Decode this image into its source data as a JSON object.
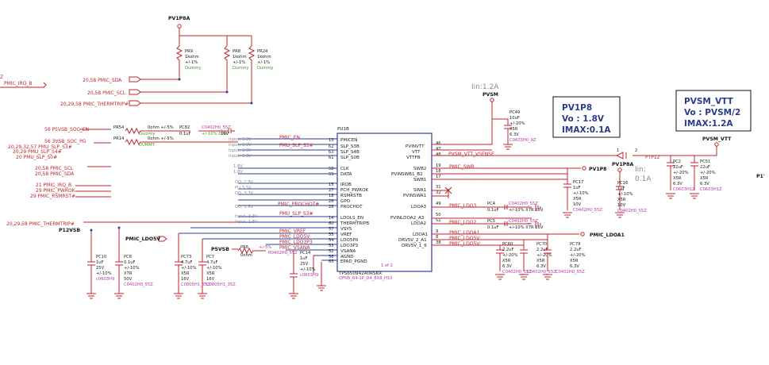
{
  "top": {
    "pv1p8a": "PV1P8A",
    "pr9": {
      "ref": "PR9",
      "val": "1kohm",
      "tol": "+/-1%",
      "note": "Dummy"
    },
    "pr8": {
      "ref": "PR8",
      "val": "1kohm",
      "tol": "+/-1%",
      "note": "Dummy"
    },
    "pr24": {
      "ref": "PR24",
      "val": "1kohm",
      "tol": "+/-1%",
      "note": "Dummy"
    },
    "sig_sda": "20,58  PMIC_SDA",
    "sig_scl": "20,58  PMIC_SCL",
    "sig_therm": "20,29,58  PMIC_THERMTRIP#",
    "z": "Z",
    "irq": "PMIC_IRQ_B"
  },
  "ic": {
    "ref": "PU1B",
    "part": "TPS650942A0RSKR",
    "pkg": "QFN5_64-1P_D4_8X8_H10",
    "note": "1 of 2",
    "left": [
      "PMICEN",
      "SLP_S3B",
      "SLP_S4B",
      "SLP_S0B",
      "CLK",
      "DATA",
      "IRQB",
      "PCH_PWROK",
      "RSMRSTB",
      "GPO",
      "PROCHOT",
      "LDOLS_EN",
      "THERMTRIPB",
      "VSYS",
      "VREF",
      "LDO5P0",
      "LDO3P3",
      "VSANA",
      "AGND",
      "EPAD_PGND"
    ],
    "lnum": [
      "13",
      "62",
      "63",
      "61",
      "58",
      "59",
      "15",
      "27",
      "18",
      "26",
      "28",
      "14",
      "60",
      "57",
      "55",
      "54",
      "53",
      "52",
      "56",
      "65"
    ],
    "right": [
      "PVINVTT",
      "VTT",
      "VTTFB",
      "SWB2",
      "PVINSWB1_B2",
      "SWB1",
      "SWA1",
      "PVINSWA1",
      "LDOA3",
      "PVINLDOA2_A3",
      "LDOA2",
      "LDOA1",
      "DRV5V_2_A1",
      "DRV5V_1_6"
    ],
    "rnum": [
      "46",
      "47",
      "48",
      "19",
      "18",
      "17",
      "31",
      "32",
      "49",
      "50",
      "51",
      "9",
      "8",
      "38"
    ]
  },
  "left": {
    "p5vsb": "56  P5VSB_SOC_EN",
    "soc_pg": "56  3VSB_SOC_PG",
    "slp_s3": "20,29,32,57  PMU_SLP_S3#",
    "slp_s4": "20,29  PMU_SLP_S4#",
    "slp_s0": "20  PMU_SLP_S0#",
    "scl": "20,58  PMIC_SCL",
    "sda": "20,58  PMIC_SDA",
    "irq": "21  PMIC_IRQ_B",
    "pwrok": "29  PMIC_PWROK",
    "rsmrst": "29  PMIC_RSMRST#",
    "therm": "20,29,58  PMIC_THERMTRIP#",
    "p12vsb": "P12VSB"
  },
  "mid": {
    "pr54": "PR54",
    "pr54_val": "0ohm  +/-5%",
    "pr54_note": "Dummy",
    "pr14": "PR14",
    "pr14_val": "0ohm  +/-5%",
    "pr14_note": "DUMMY",
    "pc82": "PC82",
    "pc82_val": "0.1uF",
    "pc82_pkg": "C0402H0_55Z",
    "pc82_note": "+/-10% X7R",
    "pc82_spec": "16V"
  },
  "anno": {
    "pmic_en": "PMIC_EN",
    "pmu_slp": "PMU_SLP_S3#",
    "in33_1": "Input, 3.3V",
    "in33_2": "Input, 3.3V",
    "in33_3": "Input, 3.3V",
    "in33_4": "Input, 3.3V",
    "v18_1": "1.8V",
    "v18_2": "1.8V",
    "od18": "OD, 1.8V",
    "pu33": "PU 3.3V",
    "od33": "OD, 3.3V",
    "od18b": "OD, 1.8V",
    "prochot": "PMIC_PROCHOT#",
    "in33_5": "Input, 3.3V",
    "in18": "Input, 1.8V",
    "pmu_slp2": "PMU_SLP_S3#",
    "vref": "PMIC_VREF",
    "ldo5v": "PMIC_LDO5V",
    "ldo3p3": "PMIC_LDO3P3",
    "vsana": "PMIC_VSANA",
    "r0402": "R0402H0_55Z"
  },
  "bottom": {
    "ldo5v": "PMIC_LDO5V",
    "p5vsb": "P5VSB",
    "pr6": "PR6",
    "pr6_val": "0ohm",
    "pr6_tol": "+/-5%",
    "pc10": {
      "ref": "PC10",
      "val": "1uF",
      "v": "25V",
      "tol": "+/-10%",
      "pkg": "c0603H9"
    },
    "pc6": {
      "ref": "PC6",
      "val": "0.1uF",
      "tol": "+/-10%",
      "d": "X7R",
      "v": "50V",
      "pkg": "C0402H0_55Z"
    },
    "pc73": {
      "ref": "PC73",
      "val": "4.7uF",
      "tol": "+/-10%",
      "d": "X5R",
      "v": "16V",
      "pkg": "C0805H1_35Z"
    },
    "pc7": {
      "ref": "PC7",
      "val": "4.7uF",
      "tol": "+/-10%",
      "d": "X5R",
      "v": "16V",
      "pkg": "C0805H1_35Z"
    },
    "pc14": {
      "ref": "PC14",
      "val": "1uF",
      "v": "25V",
      "tol": "+/-10%",
      "pkg": "c0603H9"
    }
  },
  "right": {
    "iin12": "Iin:1.2A",
    "pvsm": "PVSM",
    "pc49": {
      "ref": "PC49",
      "val": "10uF",
      "tol": "+/-20%",
      "d": "X5R",
      "v": "6.3V",
      "pkg": "C0603H0_9Z"
    },
    "box1": {
      "l1": "PV1P8",
      "l2": "Vo : 1.8V",
      "l3": "IMAX:0.1A"
    },
    "box2": {
      "l1": "PVSM_VTT",
      "l2": "Vo : PVSM/2",
      "l3": "IMAX:1.2A"
    },
    "pvsm_vtt": "PVSM_VTT",
    "vsense": "PVSM_VTT_VSENSE",
    "d_pin1": "1",
    "d_pin2": "2",
    "ptp12": "PTP12",
    "pc2": {
      "ref": "PC2",
      "val": "22uF",
      "tol": "+/-20%",
      "d": "X5R",
      "v": "6.3V",
      "pkg": "C0603H1Z"
    },
    "pc51": {
      "ref": "PC51",
      "val": "22uF",
      "tol": "+/-20%",
      "d": "X5R",
      "v": "6.3V",
      "pkg": "C0603H1Z"
    },
    "p1": "P1'",
    "pv1p8": "PV1P8",
    "pmic_swb": "PMIC_SWB",
    "pc17": {
      "ref": "PC17",
      "val": "1uF",
      "tol": "+/-10%",
      "d": "X5R",
      "v": "10V",
      "pkg": "C0402H0_55Z"
    },
    "pv1p8a": "PV1P8A",
    "iin01a": "Iin:",
    "iin01b": "0.1A",
    "pc16": {
      "ref": "PC16",
      "val": "1uF",
      "tol": "+/-10%",
      "d": "X5R",
      "v": "10V",
      "pkg": "C0402H0_55Z"
    },
    "pmic_ldo3": "PMIC_LDO3",
    "pmic_ldo2": "PMIC_LDO2",
    "pc4": {
      "ref": "PC4",
      "val": "0.1uF",
      "pkg": "C0402H0_55Z",
      "spec": "+/-10% X7R 16V"
    },
    "pc5": {
      "ref": "PC5",
      "val": "0.1uF",
      "pkg": "C0402H0_55Z",
      "spec": "+/-10% X7R 16V"
    },
    "ldoa1_port": "PMIC_LDOA1",
    "pmic_ldoa1": "PMIC_LDOA1",
    "pmic_ldo5v": "PMIC_LDO5V",
    "pmic_ldo6v": "PMIC_LDO5V",
    "pc60": {
      "ref": "PC60",
      "val": "2.2uF",
      "tol": "+/-20%",
      "d": "X5R",
      "v": "6.3V",
      "pkg": "C0402H0_55Z"
    },
    "pc70": {
      "ref": "PC70",
      "val": "2.2uF",
      "tol": "+/-20%",
      "d": "X5R",
      "v": "6.3V",
      "pkg": "C0402H0_55Z"
    },
    "pc79": {
      "ref": "PC79",
      "val": "2.2uF",
      "tol": "+/-20%",
      "d": "X5R",
      "v": "6.3V",
      "pkg": "C0402H0_55Z"
    }
  }
}
